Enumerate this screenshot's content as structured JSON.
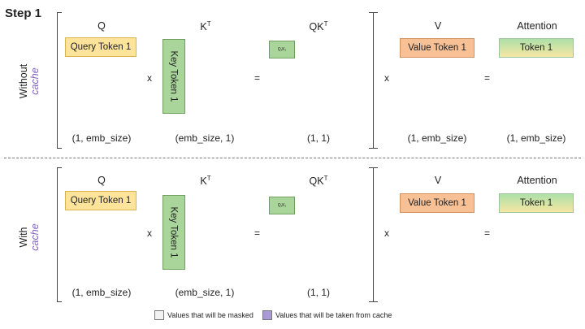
{
  "title": "Step 1",
  "sections": [
    {
      "side_line1": "Without",
      "side_line2": "cache",
      "q_header": "Q",
      "k_header": "K",
      "qk_header": "QK",
      "v_header": "V",
      "att_header": "Attention",
      "q_box": "Query Token 1",
      "k_box": "Key Token 1",
      "qk_box": "Q₁K₁",
      "v_box": "Value Token 1",
      "att_box": "Token 1",
      "times1": "x",
      "equals1": "=",
      "times2": "x",
      "equals2": "=",
      "q_dim": "(1, emb_size)",
      "k_dim": "(emb_size, 1)",
      "qk_dim": "(1, 1)",
      "v_dim": "(1, emb_size)",
      "att_dim": "(1, emb_size)"
    },
    {
      "side_line1": "With",
      "side_line2": "cache",
      "q_header": "Q",
      "k_header": "K",
      "qk_header": "QK",
      "v_header": "V",
      "att_header": "Attention",
      "q_box": "Query Token 1",
      "k_box": "Key Token 1",
      "qk_box": "Q₁K₁",
      "v_box": "Value Token 1",
      "att_box": "Token 1",
      "times1": "x",
      "equals1": "=",
      "times2": "x",
      "equals2": "=",
      "q_dim": "(1, emb_size)",
      "k_dim": "(emb_size, 1)",
      "qk_dim": "(1, 1)"
    }
  ],
  "transpose_mark": "T",
  "legend": {
    "masked_label": "Values that will be masked",
    "masked_color": "#f2f2f2",
    "cache_label": "Values that will be taken from cache",
    "cache_color": "#a99ad6"
  },
  "colors": {
    "query": "#fde49a",
    "key": "#a9d49a",
    "value": "#f8c095",
    "accent": "#7e5fbf"
  }
}
